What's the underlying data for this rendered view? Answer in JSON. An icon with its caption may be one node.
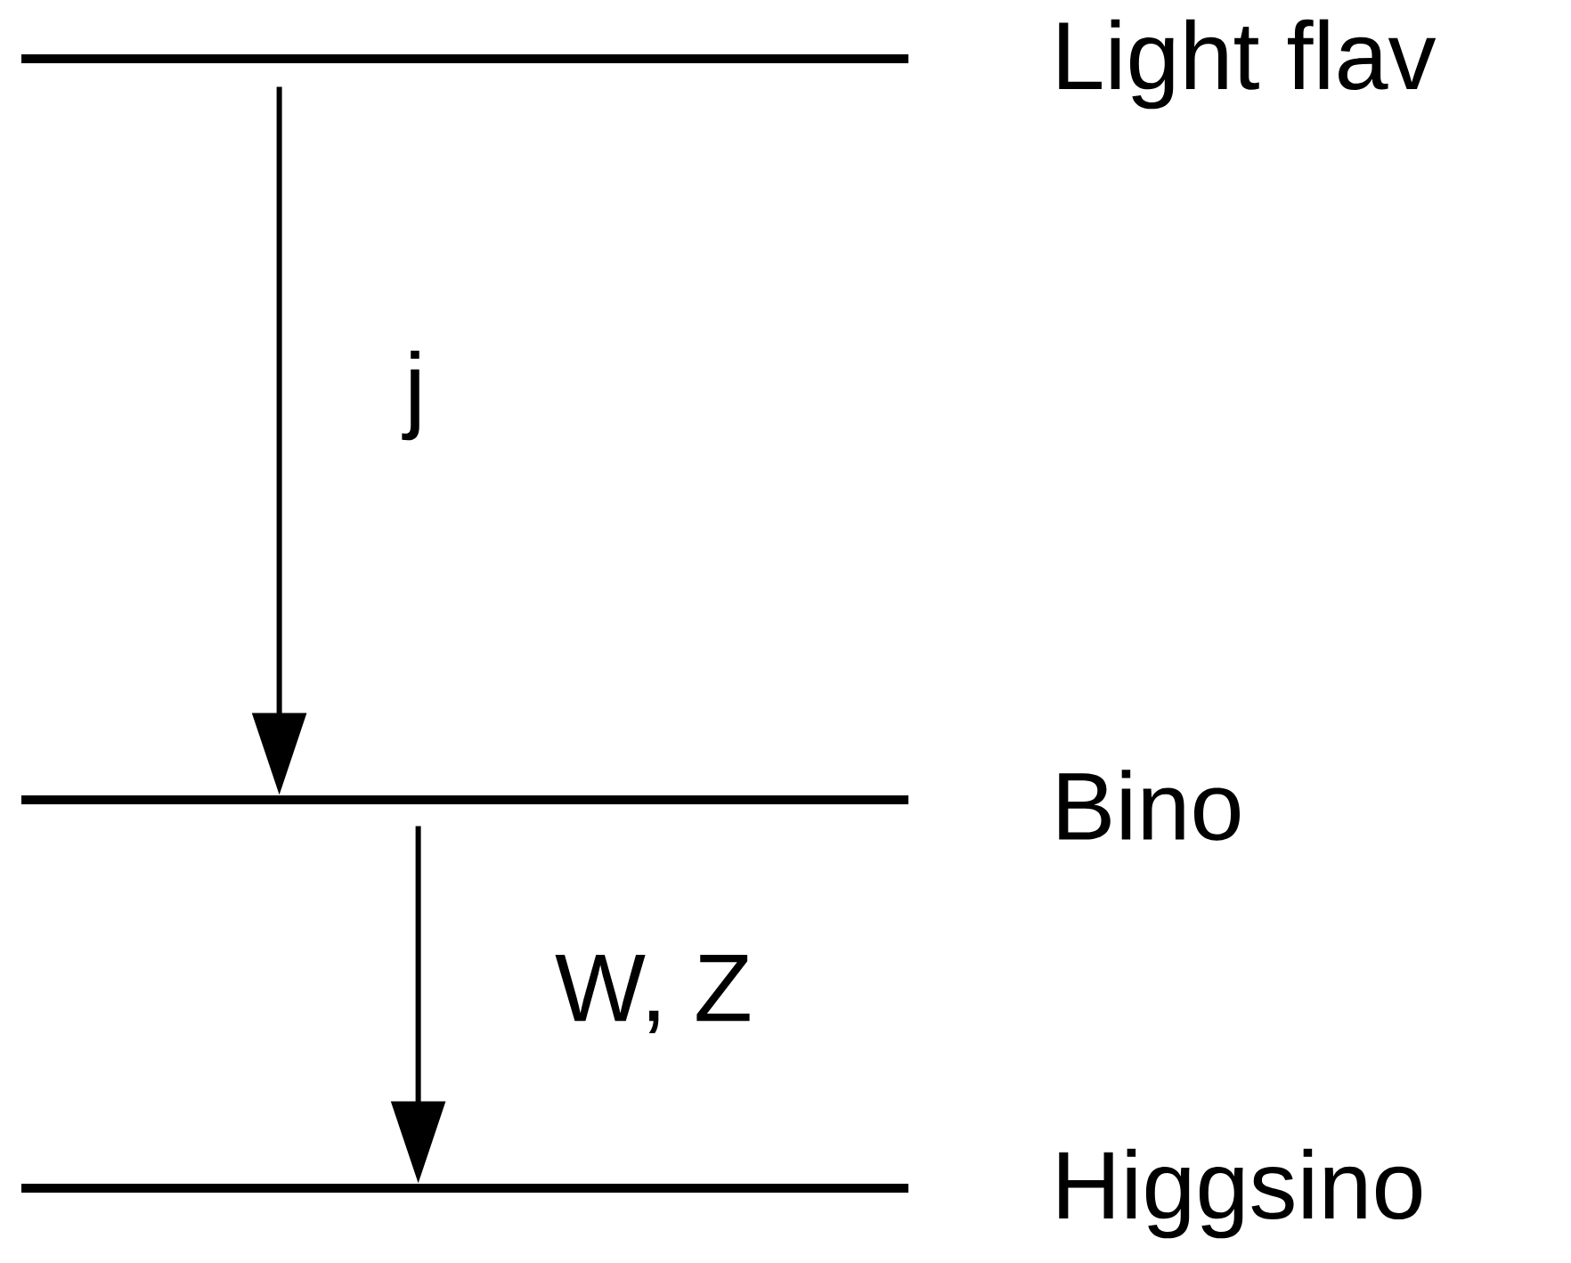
{
  "diagram": {
    "nodes": [
      {
        "text": [
          "Light flav"
        ]
      },
      {
        "text": [
          "Bino"
        ]
      },
      {
        "text": [
          "Higgsino"
        ]
      }
    ],
    "edges": [
      {
        "from": 0,
        "to": 1,
        "arrow": "to",
        "label": "j"
      },
      {
        "from": 1,
        "to": 2,
        "arrow": "to",
        "label": "W, Z"
      }
    ]
  }
}
